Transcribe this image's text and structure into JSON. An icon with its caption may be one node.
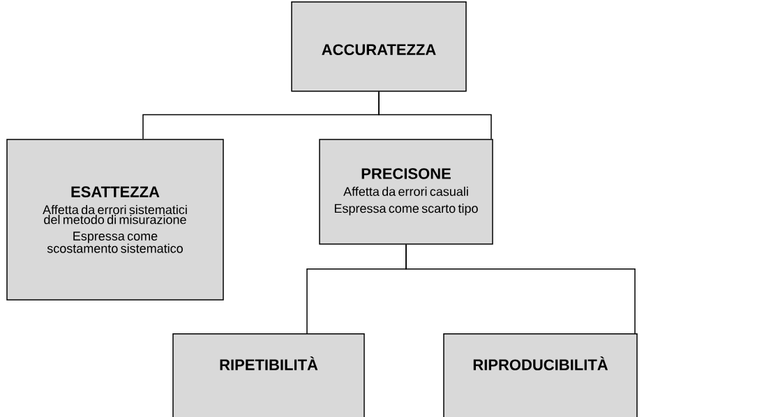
{
  "diagram": {
    "nodes": [
      {
        "text": [
          "ACCURATEZZA"
        ]
      },
      {
        "text": [
          "ESATTEZZA",
          "Affetta da errori sistematici del metodo di misurazione",
          "Espressa come scostamento sistematico"
        ]
      },
      {
        "text": [
          "PRECISONE",
          "Affetta da errori casuali",
          "Espressa come scarto tipo"
        ]
      },
      {
        "text": [
          "RIPETIBILITÀ"
        ]
      },
      {
        "text": [
          "RIPRODUCIBILITÀ"
        ]
      }
    ],
    "edges": [
      {
        "from": 0,
        "to": 1,
        "arrow": "none"
      },
      {
        "from": 0,
        "to": 2,
        "arrow": "none"
      },
      {
        "from": 2,
        "to": 3,
        "arrow": "none"
      },
      {
        "from": 2,
        "to": 4,
        "arrow": "none"
      }
    ]
  }
}
